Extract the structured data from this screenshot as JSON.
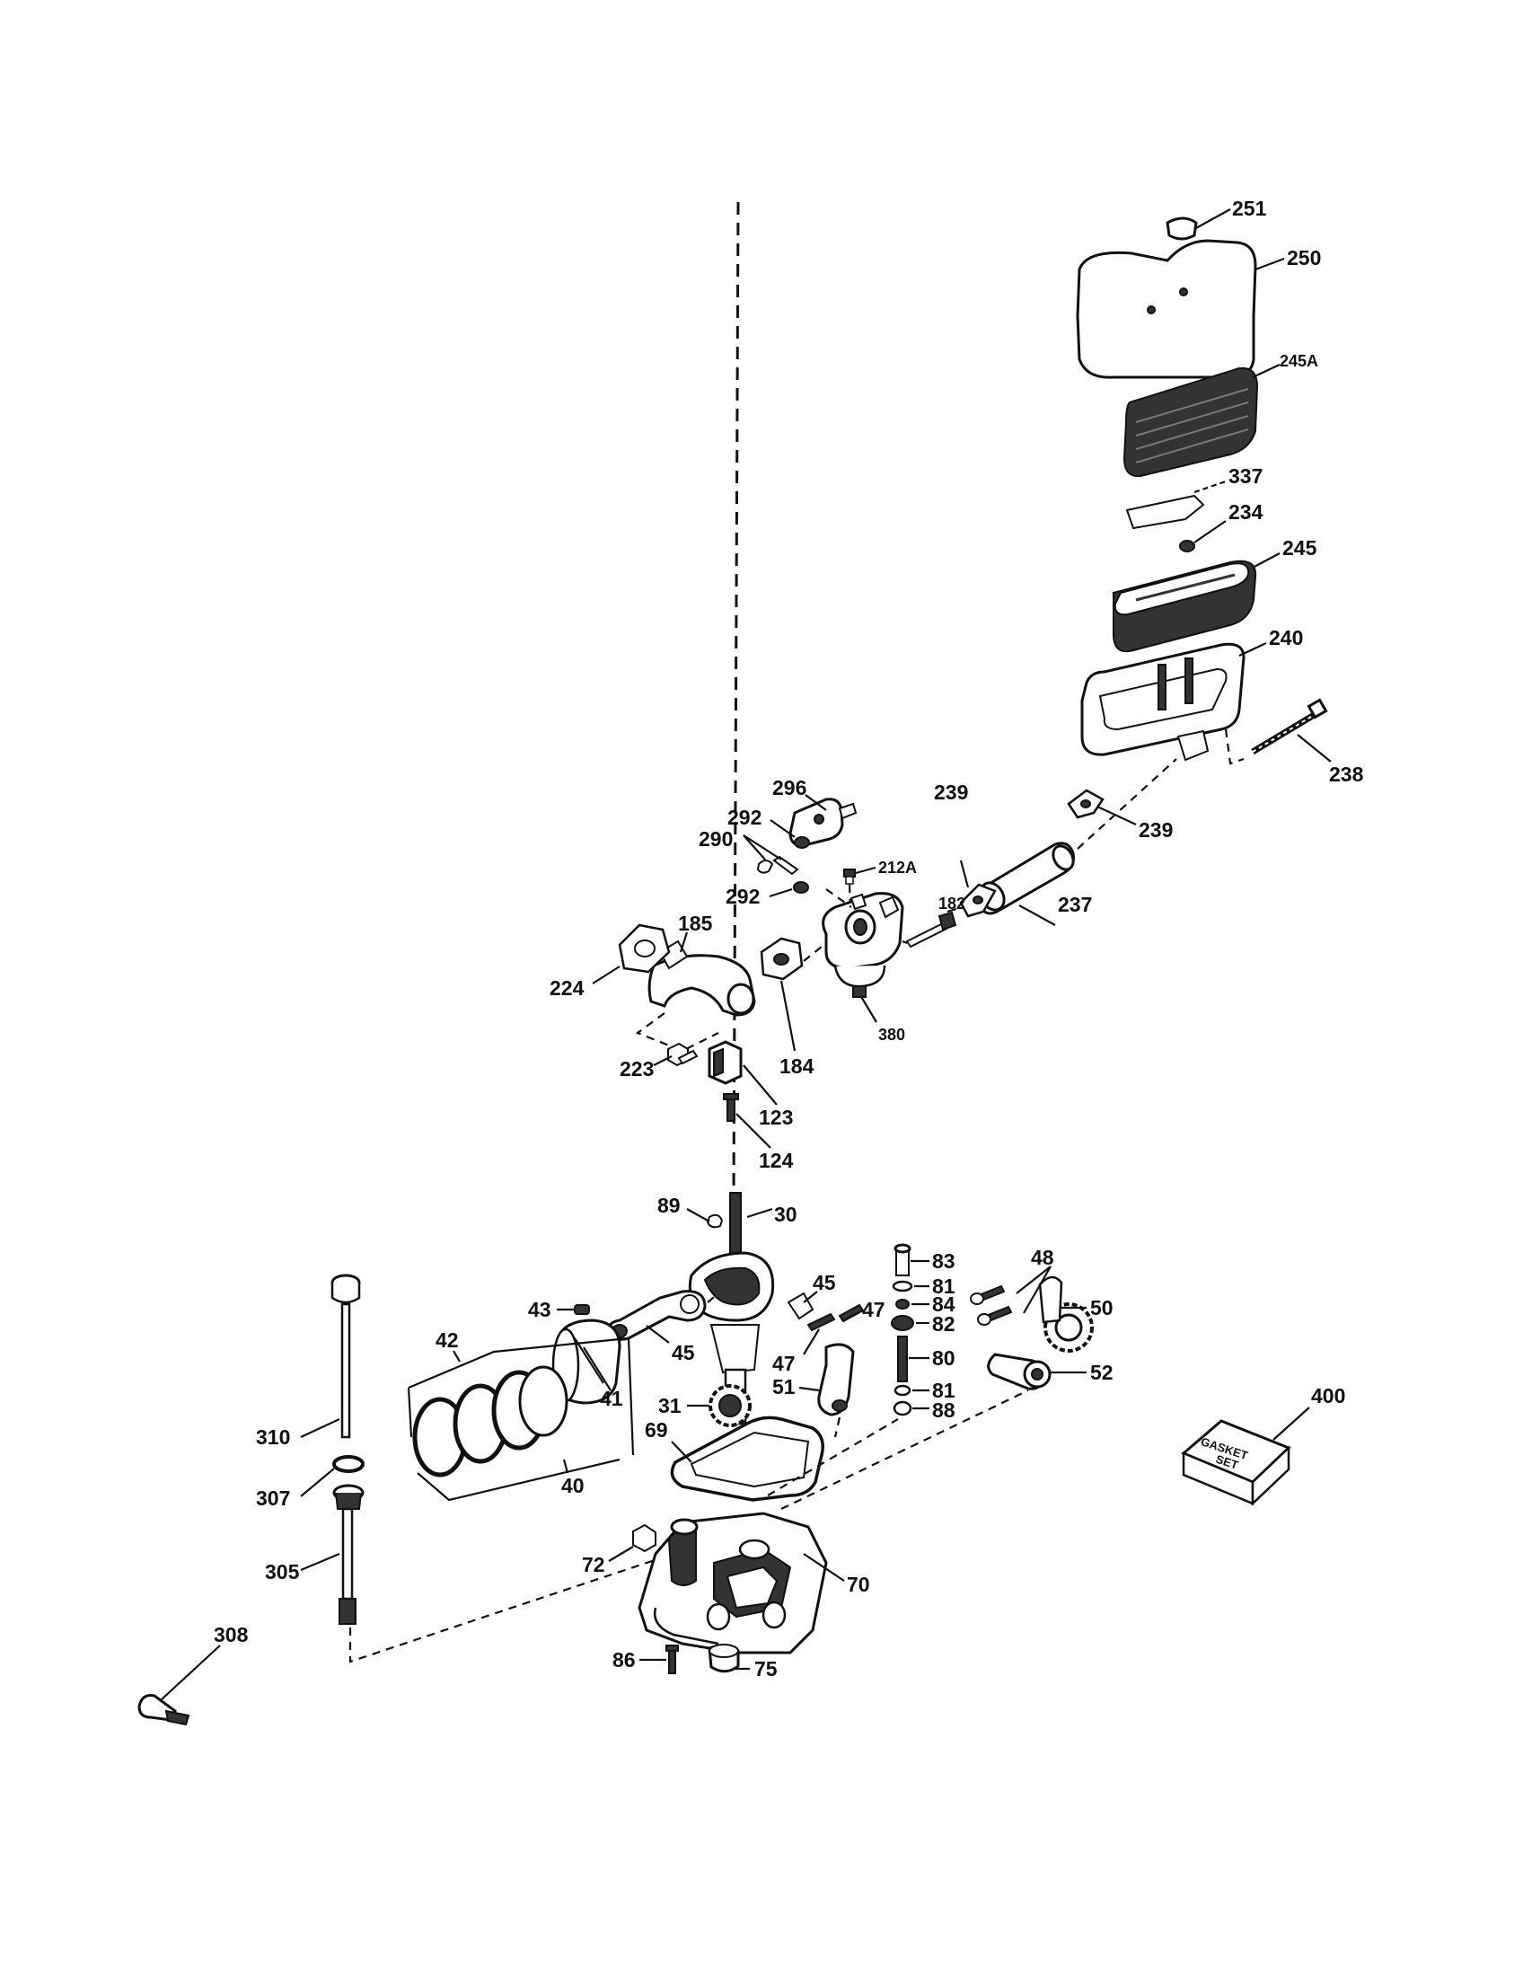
{
  "labels": {
    "p251": "251",
    "p250": "250",
    "p245A": "245A",
    "p337": "337",
    "p234": "234",
    "p245": "245",
    "p240": "240",
    "p238": "238",
    "p239a": "239",
    "p239b": "239",
    "p237": "237",
    "p296": "296",
    "p292a": "292",
    "p290": "290",
    "p292b": "292",
    "p212A": "212A",
    "p182": "182",
    "p185": "185",
    "p224": "224",
    "p184": "184",
    "p380": "380",
    "p223": "223",
    "p123": "123",
    "p124": "124",
    "p89": "89",
    "p30": "30",
    "p83": "83",
    "p81a": "81",
    "p84": "84",
    "p82": "82",
    "p48": "48",
    "p50": "50",
    "p45a": "45",
    "p47a": "47",
    "p43": "43",
    "p42": "42",
    "p45b": "45",
    "p41": "41",
    "p47b": "47",
    "p51": "51",
    "p80": "80",
    "p81b": "81",
    "p88": "88",
    "p52": "52",
    "p31": "31",
    "p400": "400",
    "p310": "310",
    "p69": "69",
    "p40": "40",
    "p307": "307",
    "p72": "72",
    "p70": "70",
    "p305": "305",
    "p308": "308",
    "p86": "86",
    "p75": "75"
  },
  "kit_box": {
    "line1": "GASKET",
    "line2": "SET"
  }
}
